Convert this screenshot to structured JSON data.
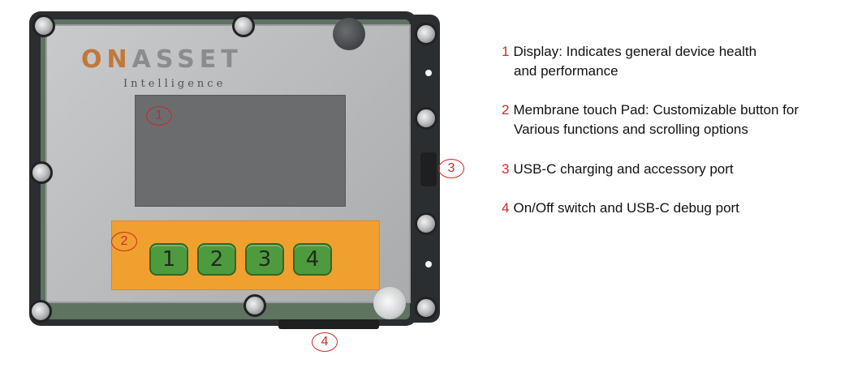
{
  "device": {
    "logo_part1": "OnAsset",
    "logo_sub": "Intelligence",
    "pad_buttons": [
      "1",
      "2",
      "3",
      "4"
    ],
    "callouts": [
      "1",
      "2",
      "3",
      "4"
    ]
  },
  "legend": [
    {
      "num": "1",
      "line1": "Display: Indicates general device health",
      "line2": "and performance"
    },
    {
      "num": "2",
      "line1": "Membrane touch Pad: Customizable button for",
      "line2": "Various functions and scrolling options"
    },
    {
      "num": "3",
      "line1": "USB-C charging and accessory port",
      "line2": ""
    },
    {
      "num": "4",
      "line1": "On/Off switch and USB-C debug port",
      "line2": ""
    }
  ],
  "colors": {
    "callout": "#cc2a2a",
    "pad": "#f0a02e",
    "pad_button": "#4e9a3e",
    "logo_on": "#c2783a",
    "logo_asset": "#8a8c8e"
  }
}
